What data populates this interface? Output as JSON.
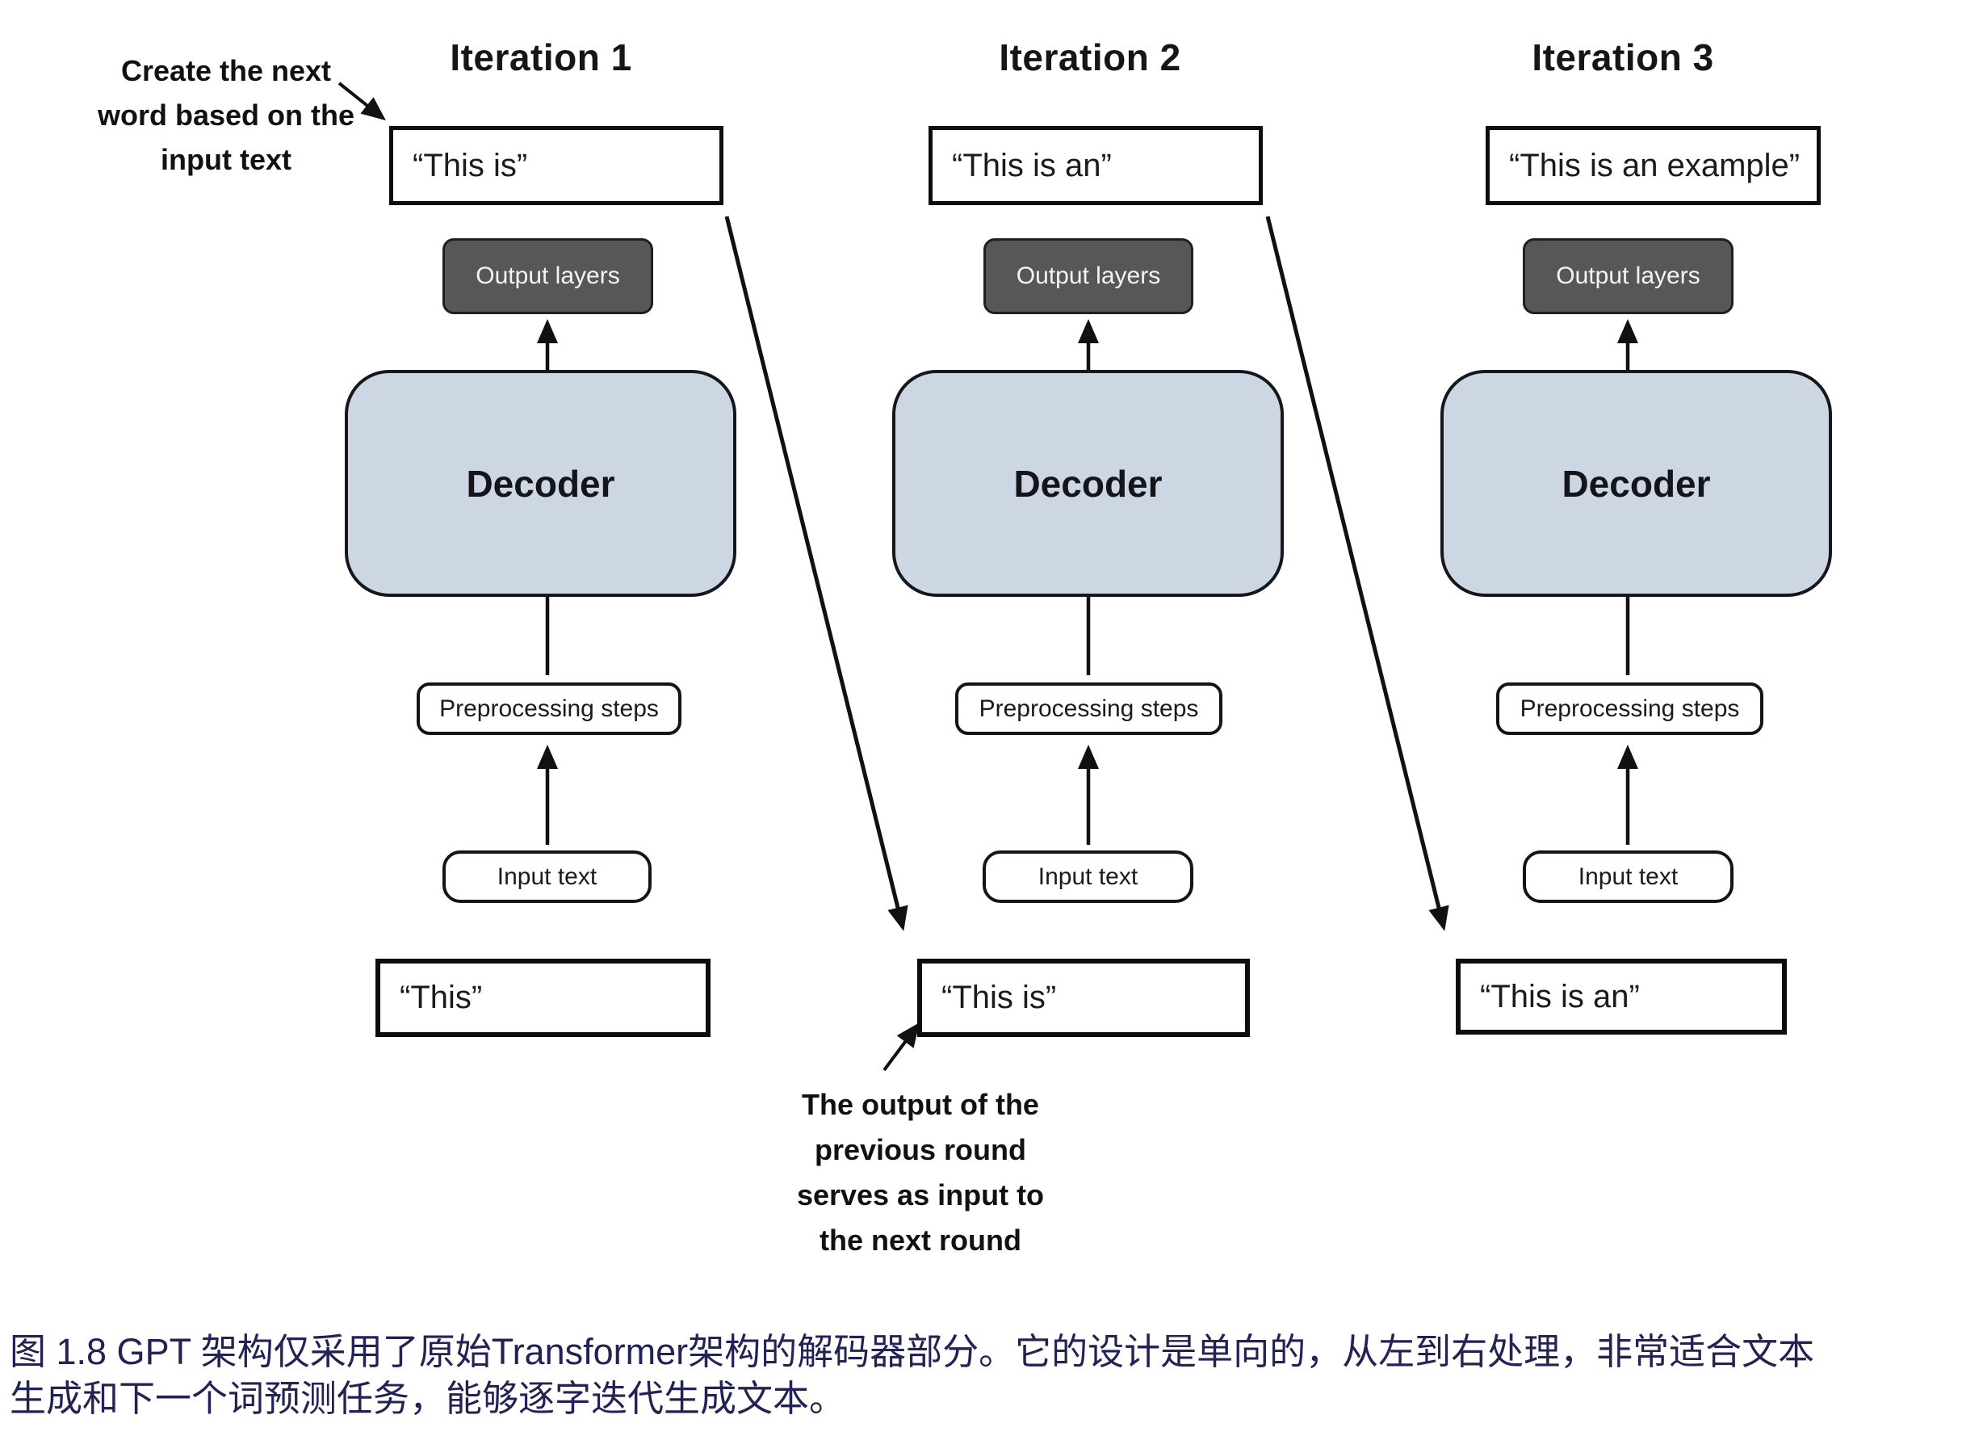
{
  "figure": {
    "columns": [
      {
        "header": "Iteration 1",
        "output_text": "“This is”",
        "output_layers_label": "Output layers",
        "decoder_label": "Decoder",
        "preprocessing_label": "Preprocessing steps",
        "input_label": "Input text",
        "bottom_text": "“This”"
      },
      {
        "header": "Iteration 2",
        "output_text": "“This is an”",
        "output_layers_label": "Output layers",
        "decoder_label": "Decoder",
        "preprocessing_label": "Preprocessing steps",
        "input_label": "Input text",
        "bottom_text": "“This is”"
      },
      {
        "header": "Iteration 3",
        "output_text": "“This is an example”",
        "output_layers_label": "Output layers",
        "decoder_label": "Decoder",
        "preprocessing_label": "Preprocessing steps",
        "input_label": "Input text",
        "bottom_text": "“This is an”"
      }
    ],
    "annotations": {
      "top_left": {
        "line1": "Create the next",
        "line2": "word based on the",
        "line3": "input text"
      },
      "bottom": {
        "line1": "The output of the",
        "line2": "previous round",
        "line3": "serves as input to",
        "line4": "the next round"
      }
    },
    "caption": {
      "line1": "图 1.8  GPT 架构仅采用了原始Transformer架构的解码器部分。它的设计是单向的，从左到右处理，非常适合文本",
      "line2": "生成和下一个词预测任务，能够逐字迭代生成文本。"
    },
    "colors": {
      "decoder_fill": "#cdd7e4",
      "output_layers_fill": "#575757",
      "caption_text": "#222255",
      "arrow_stroke": "#111111"
    }
  }
}
